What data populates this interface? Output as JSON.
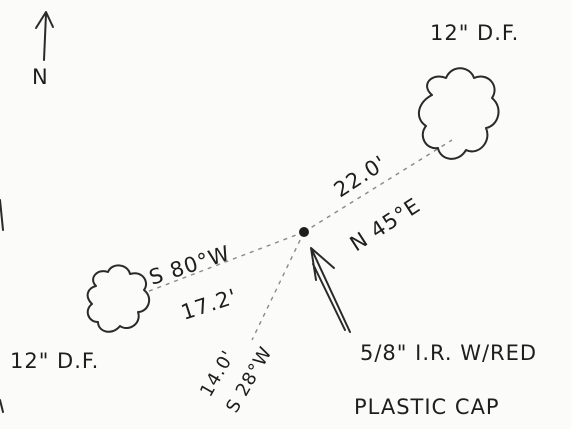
{
  "north_label": "N",
  "tree_ne": {
    "label": "12\" D.F."
  },
  "tree_w": {
    "label": "12\" D.F."
  },
  "line_ne": {
    "distance": "22.0'",
    "bearing": "N 45°E"
  },
  "line_w": {
    "bearing": "S 80°W",
    "distance": "17.2'"
  },
  "line_sw": {
    "distance": "14.0'",
    "bearing": "S 28°W"
  },
  "monument": {
    "label_line1": "5/8\" I.R. W/RED",
    "label_line2": "PLASTIC CAP"
  },
  "colors": {
    "ink": "#2a2a2a",
    "dashed_line": "#8a8a8a",
    "paper": "#fbfbfa"
  }
}
